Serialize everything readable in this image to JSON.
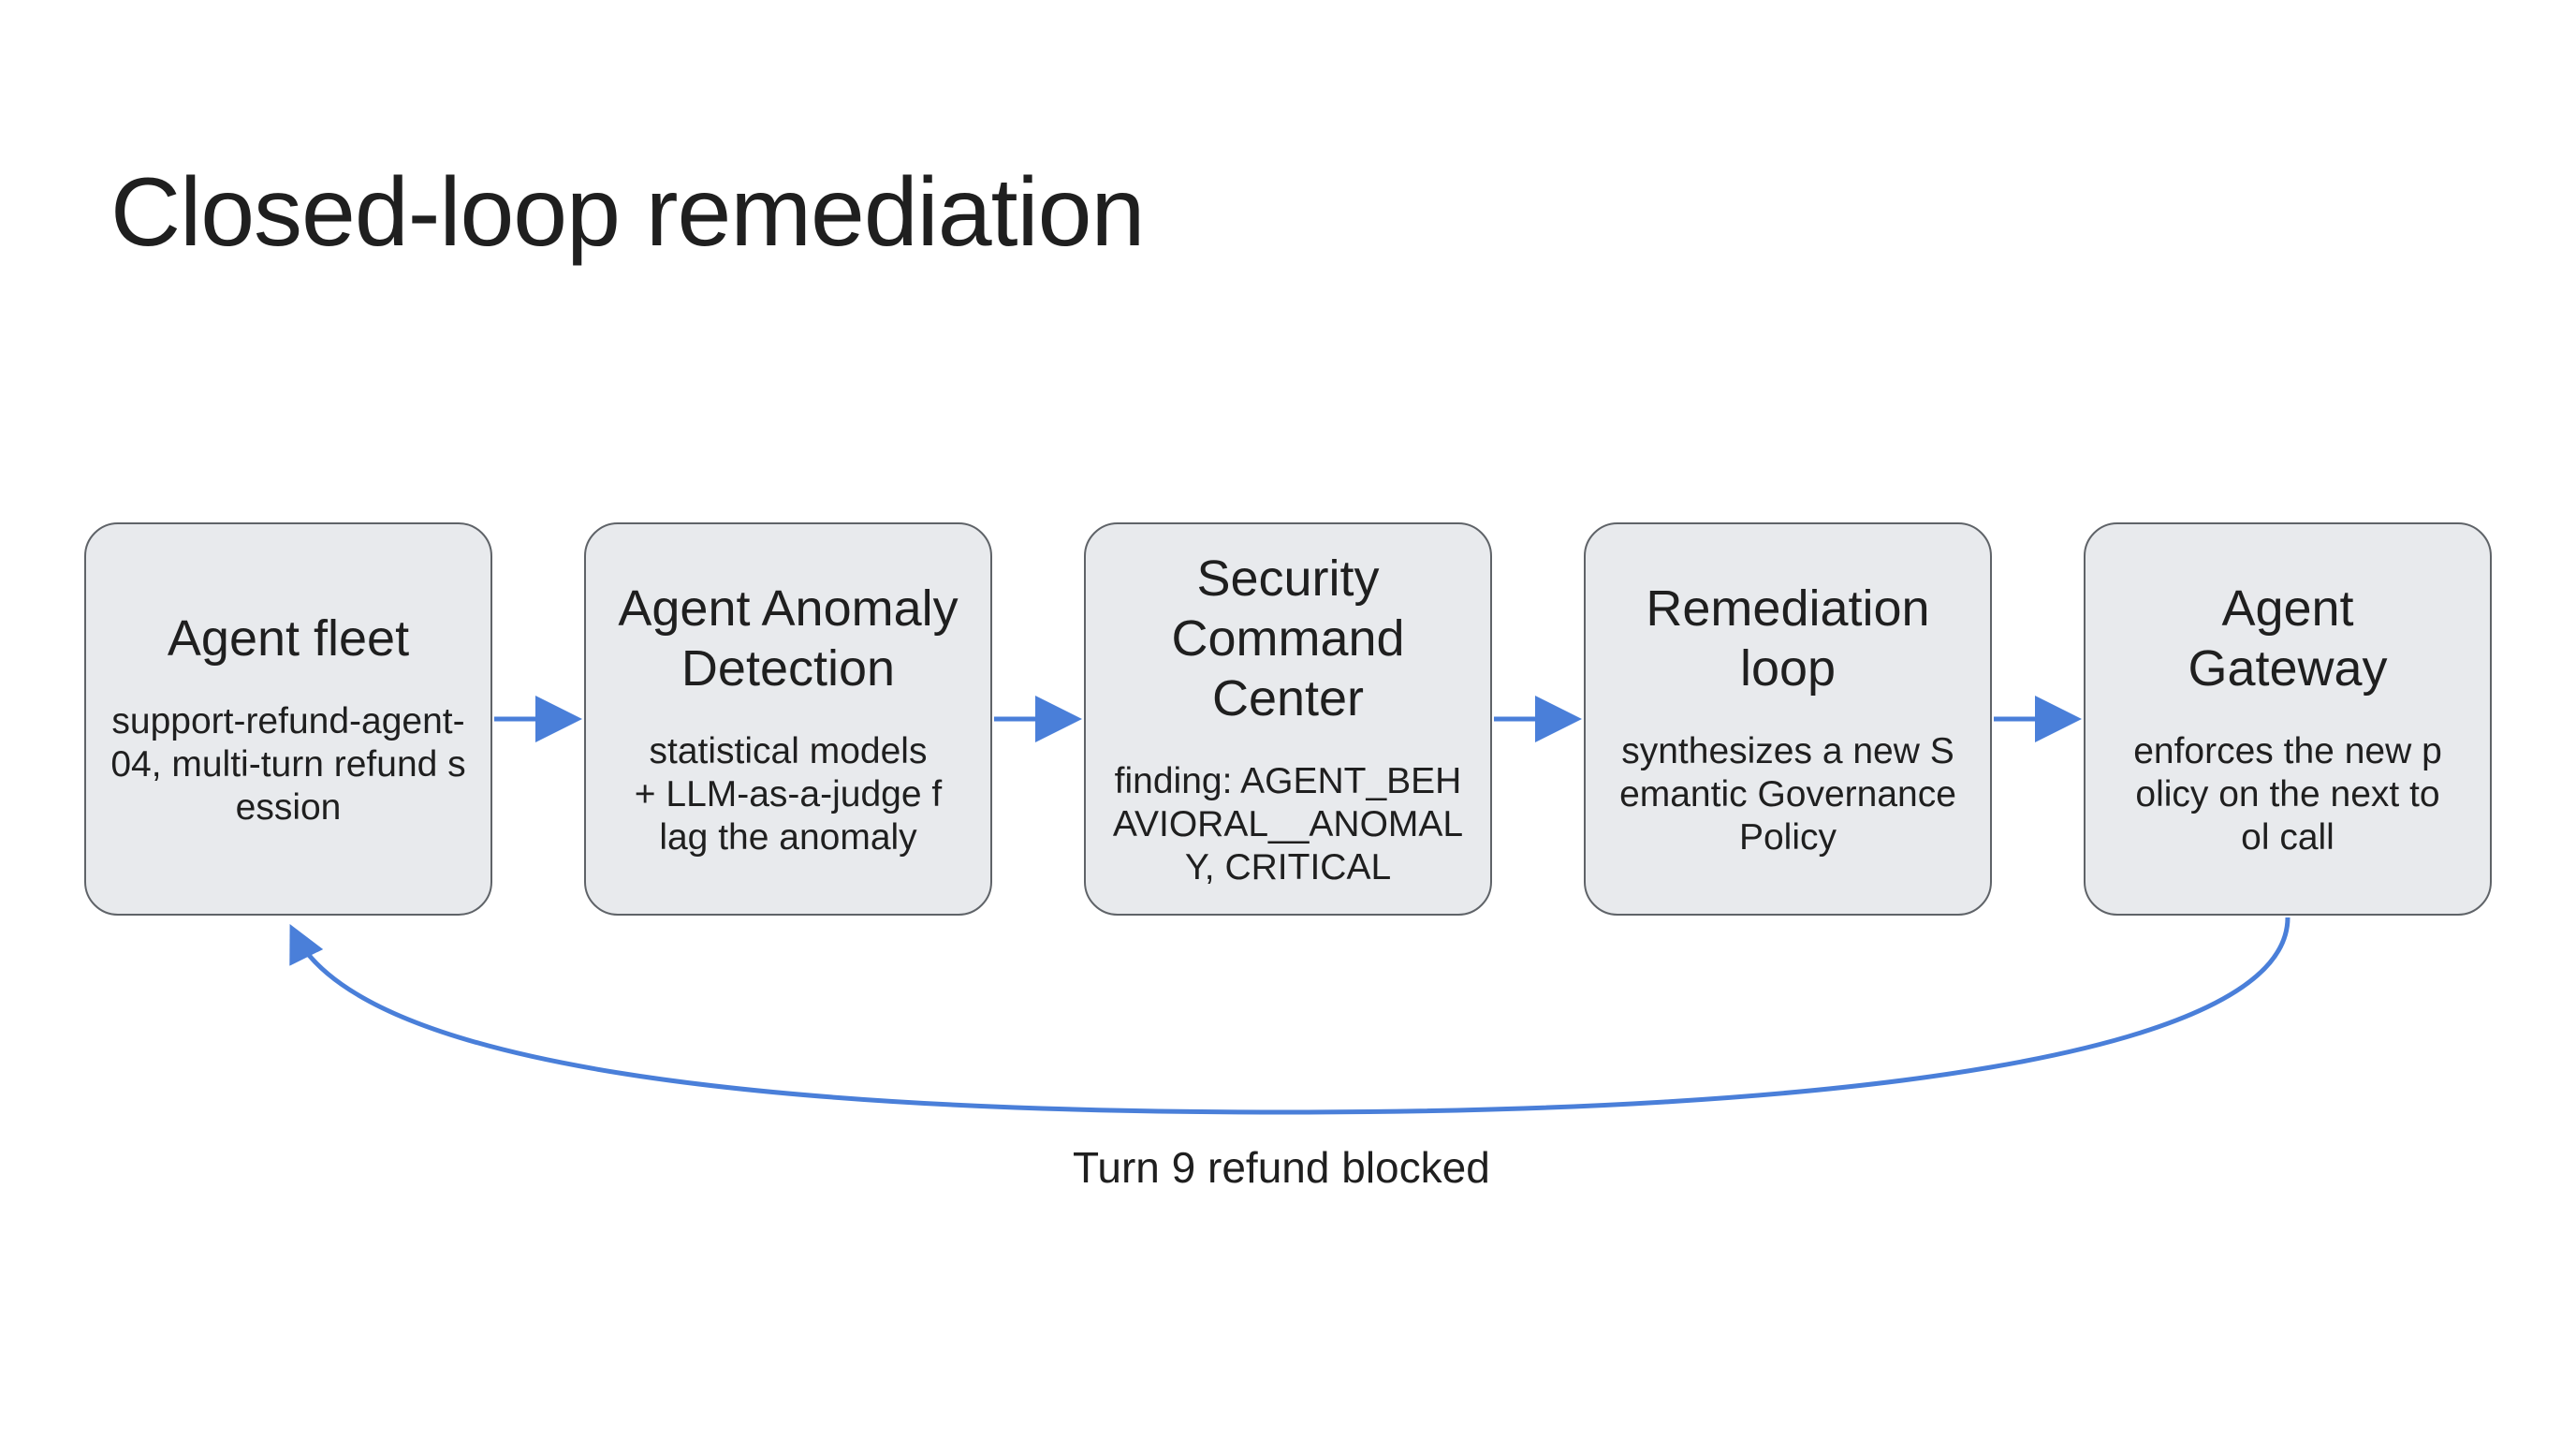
{
  "title": "Closed-loop remediation",
  "colors": {
    "node_fill": "#e8eaed",
    "node_border": "#5f6368",
    "arrow": "#4a7fd9",
    "text": "#1f1f1f"
  },
  "nodes": [
    {
      "title": "Agent fleet",
      "desc": "support-refund-agent-04, multi-turn refund session"
    },
    {
      "title": "Agent Anomaly Detection",
      "desc": "statistical models + LLM-as-a-judge flag the anomaly"
    },
    {
      "title": "Security Command Center",
      "desc": "finding: AGENT_BEHAVIORAL__ANOMALY, CRITICAL"
    },
    {
      "title": "Remediation loop",
      "desc": "synthesizes a new Semantic Governance Policy"
    },
    {
      "title": "Agent Gateway",
      "desc": "enforces the new policy on the next tool call"
    }
  ],
  "loop_label": "Turn 9 refund blocked"
}
